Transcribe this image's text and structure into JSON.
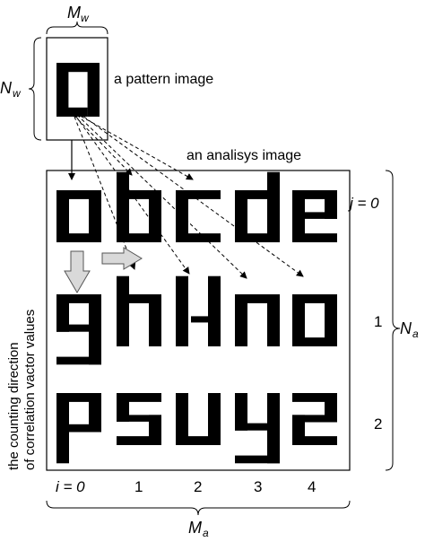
{
  "labels": {
    "pattern_width": "M",
    "pattern_width_sub": "w",
    "pattern_height": "N",
    "pattern_height_sub": "w",
    "pattern_caption": "a pattern image",
    "analysis_caption": "an analisys image",
    "row_labels": [
      "j = 0",
      "1",
      "2"
    ],
    "col_labels": [
      "i = 0",
      "1",
      "2",
      "3",
      "4"
    ],
    "rows_symbol": "N",
    "rows_symbol_sub": "a",
    "cols_symbol": "M",
    "cols_symbol_sub": "a",
    "direction_text_line1": "the counting direction",
    "direction_text_line2": "of correlation vactor values"
  },
  "pattern_glyph": "a",
  "grid_glyphs": [
    [
      "a",
      "b",
      "c",
      "d",
      "e"
    ],
    [
      "g",
      "h",
      "k",
      "n",
      "o"
    ],
    [
      "p",
      "s",
      "u",
      "y",
      "z"
    ]
  ],
  "colors": {
    "ink": "#000000",
    "arrow_fill": "#d9d9d9",
    "arrow_stroke": "#555555"
  }
}
